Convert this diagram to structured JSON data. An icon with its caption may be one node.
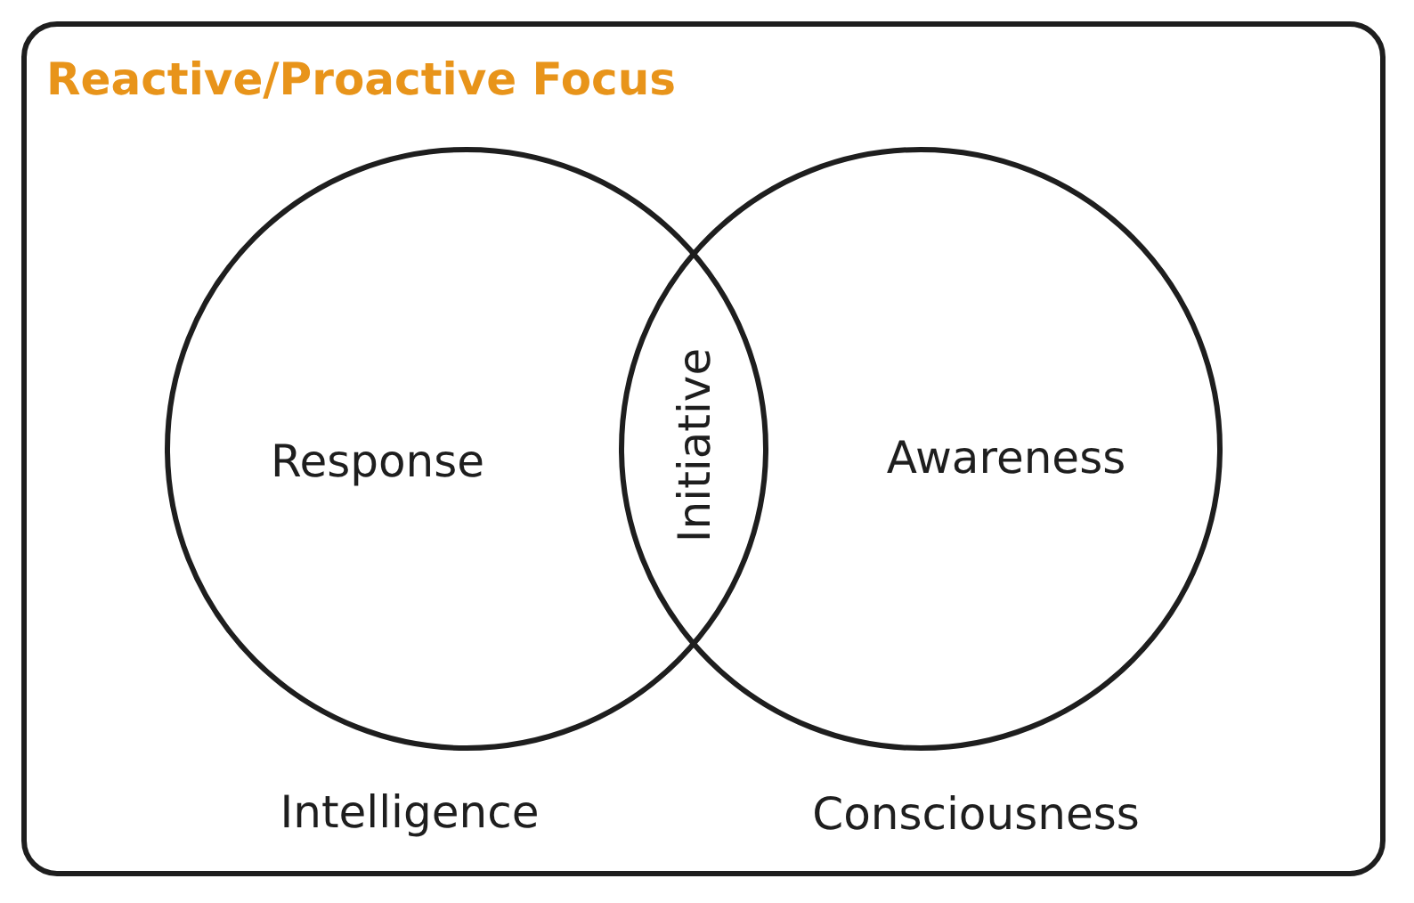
{
  "diagram": {
    "title": "Reactive/Proactive Focus",
    "nodes": [
      {
        "text": [
          "Response"
        ],
        "beside": [
          "Intelligence"
        ]
      },
      {
        "text": [
          "Awareness"
        ],
        "beside": [
          "Consciousness"
        ]
      }
    ],
    "edges": [],
    "labels": [
      "Initiative"
    ]
  }
}
